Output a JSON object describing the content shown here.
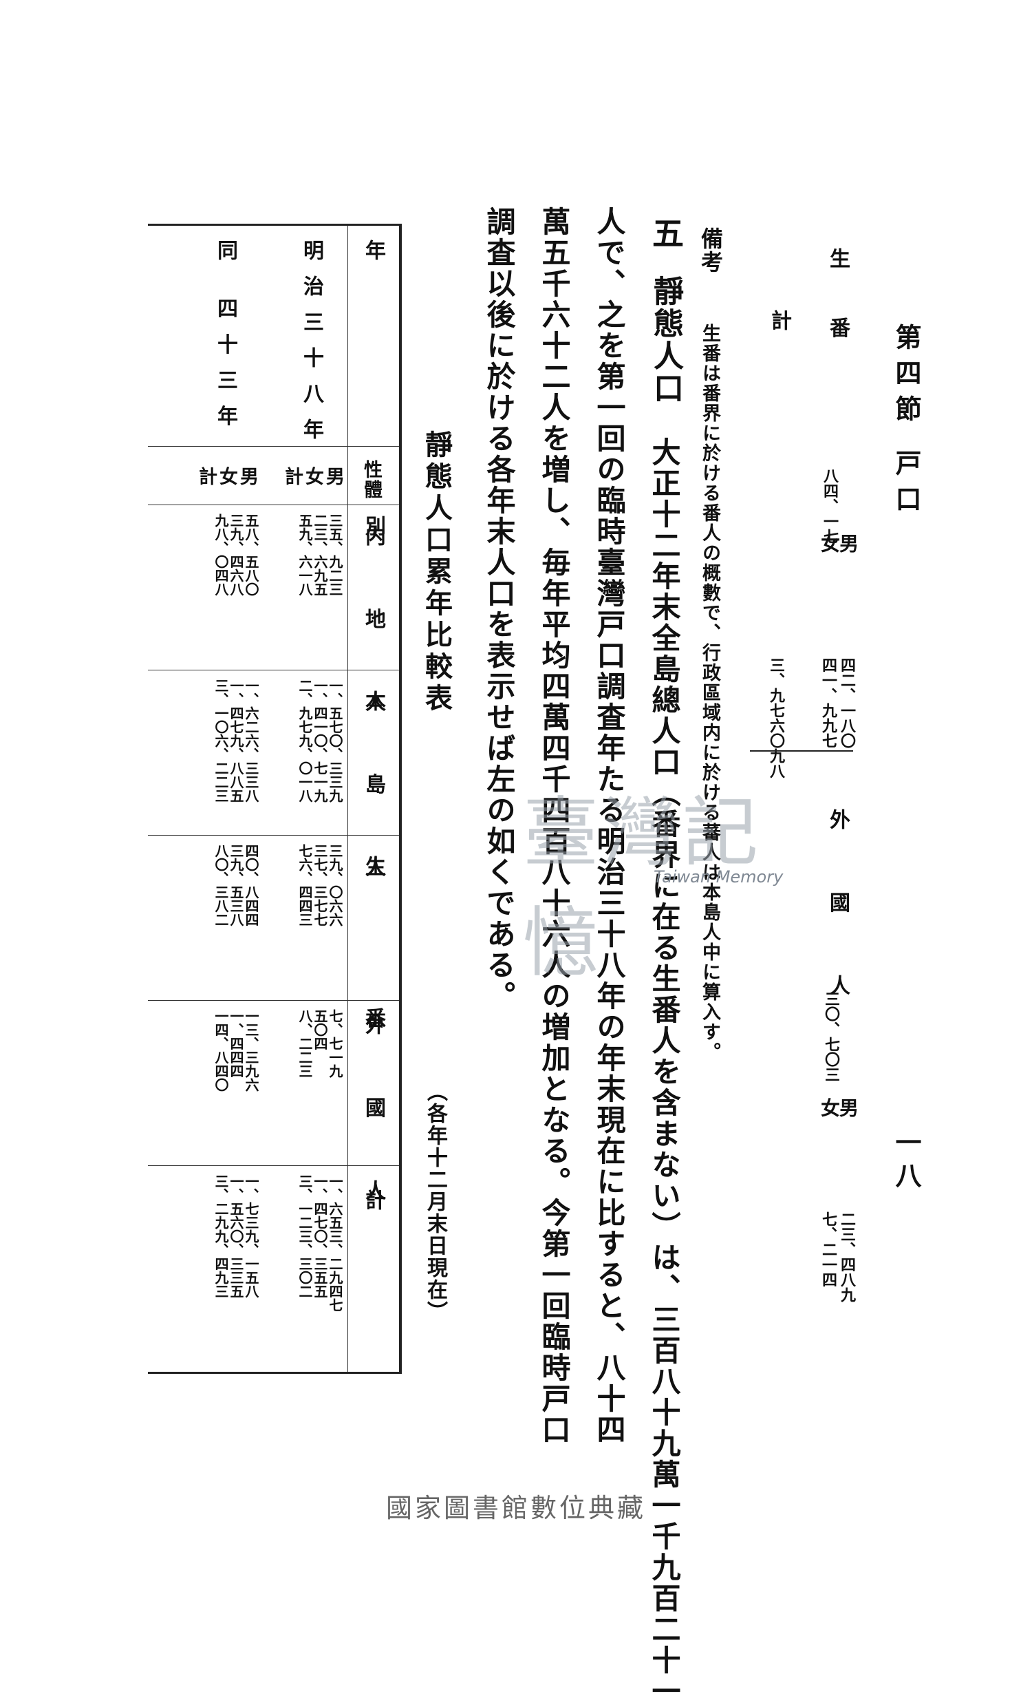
{
  "header": {
    "running_head": "第四節 戸口",
    "page_number": "一八"
  },
  "top_table": {
    "row_label_1": "生 番",
    "row_label_2": "計",
    "total_value": "八四、一七",
    "sex_male": "男",
    "sex_female": "女",
    "male_value": "四二、一八〇",
    "female_value": "四一、九九七",
    "sum_value": "三、九七六〇九八",
    "foreign_label": "外 國 人",
    "foreign_total": "三〇、七〇三",
    "foreign_sex_male": "男",
    "foreign_sex_female": "女",
    "foreign_male": "二三、四八九",
    "foreign_female": "七、二一四"
  },
  "note": {
    "label": "備考",
    "text": "生番は番界に於ける番人の概數で、行政區域内に於ける蕃人は本島人中に算入す。"
  },
  "section": {
    "number": "五",
    "title": "靜態人口",
    "lines": [
      "大正十二年末全島總人口（番界に在る生番人を含まない）は、三百八十九萬一千九百二十一",
      "人で、之を第一回の臨時臺灣戸口調査年たる明治三十八年の年末現在に比すると、八十四",
      "萬五千六十二人を増し、毎年平均四萬四千四百八十六人の増加となる。今第一回臨時戸口",
      "調査以後に於ける各年末人口を表示せば左の如くである。"
    ]
  },
  "table": {
    "title": "靜態人口累年比較表",
    "date_note": "（各年十二月末日現在）",
    "headers": {
      "year": "年 別",
      "sex": "性體",
      "naichi": "内 地 人",
      "hontou": "本 島 人",
      "seiban": "生 番",
      "foreign": "外 國 人",
      "total": "計"
    },
    "rows": [
      {
        "year": "明治三十八年",
        "sexes": [
          "男",
          "女",
          "計"
        ],
        "naichi": [
          "三五、九二三",
          "二三、六九五",
          "五九、六一八"
        ],
        "hontou": [
          "一、五七〇、三三九",
          "一、四一〇、七一九",
          "二、九七九、〇一八"
        ],
        "seiban": [
          "三九、〇六六",
          "三七、三七七",
          "七六、四四三"
        ],
        "foreign": [
          "七、七一九",
          "五〇四",
          "八、二二三"
        ],
        "total": [
          "一、六五三、二九四七",
          "一、四七〇、三五五",
          "三、一二三、三〇二"
        ]
      },
      {
        "year": "同 四十三年",
        "sexes": [
          "男",
          "女",
          "計"
        ],
        "naichi": [
          "五八、五八〇",
          "三九、四六八",
          "九八、〇四八"
        ],
        "hontou": [
          "一、六二六、三三八",
          "一、四七九、八八五",
          "三、一〇六、二二三"
        ],
        "seiban": [
          "四〇、八四四",
          "三九、五三八",
          "八〇、三八二"
        ],
        "foreign": [
          "一三、三九六",
          "一、四四四",
          "一四、八四〇"
        ],
        "total": [
          "一、七三九、一五八",
          "一、五六〇、三三五",
          "三、二九九、四九三"
        ]
      }
    ]
  },
  "watermark": {
    "text": "臺灣記憶",
    "sub": "Taiwan Memory"
  },
  "footer": {
    "text": "國家圖書館數位典藏"
  }
}
